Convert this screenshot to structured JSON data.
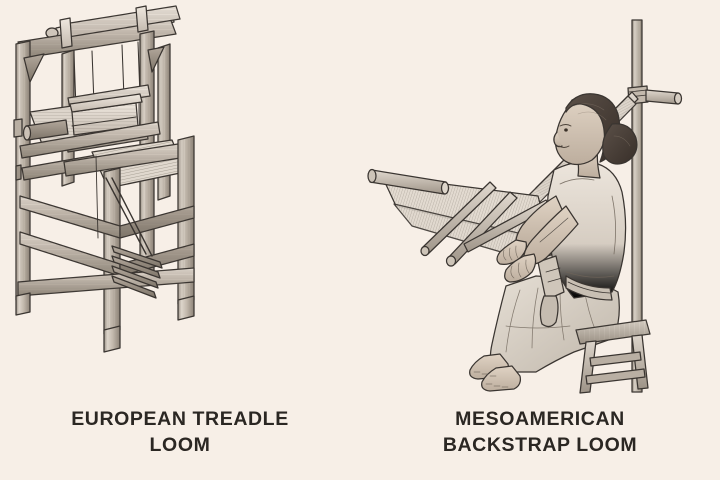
{
  "figure": {
    "background_color": "#f7efe7",
    "ink_color": "#3a3531",
    "caption_color": "#2b2723",
    "wood_light": "#d8d0c6",
    "wood_mid": "#b3a99d",
    "wood_dark": "#8d8277",
    "skin_tone": "#cdbfb0",
    "cloth_tone": "#ded6cc",
    "hair_color": "#4a4038",
    "style": "monochrome sepia line illustration",
    "panel_count": 2
  },
  "panels": [
    {
      "id": "european-treadle-loom",
      "caption_lines": [
        "EUROPEAN TREADLE",
        "LOOM"
      ],
      "subject": "large four-post wooden floor loom",
      "parts": [
        "top castle beam",
        "warp beam",
        "harness frames with heddles",
        "beater / reed",
        "woven cloth",
        "cloth beam",
        "side posts",
        "lower stretcher rails",
        "foot treadles",
        "lamm cords"
      ]
    },
    {
      "id": "mesoamerican-backstrap-loom",
      "caption_lines": [
        "MESOAMERICAN",
        "BACKSTRAP LOOM"
      ],
      "subject": "seated weaver working a backstrap loom tied to an upright post",
      "parts": [
        "upright post",
        "warp beam lashed to post",
        "warp threads",
        "shed rod",
        "heddle rod",
        "batten / sword stick",
        "breast beam",
        "backstrap",
        "weaver seated on wooden stool",
        "wooden stool"
      ]
    }
  ]
}
